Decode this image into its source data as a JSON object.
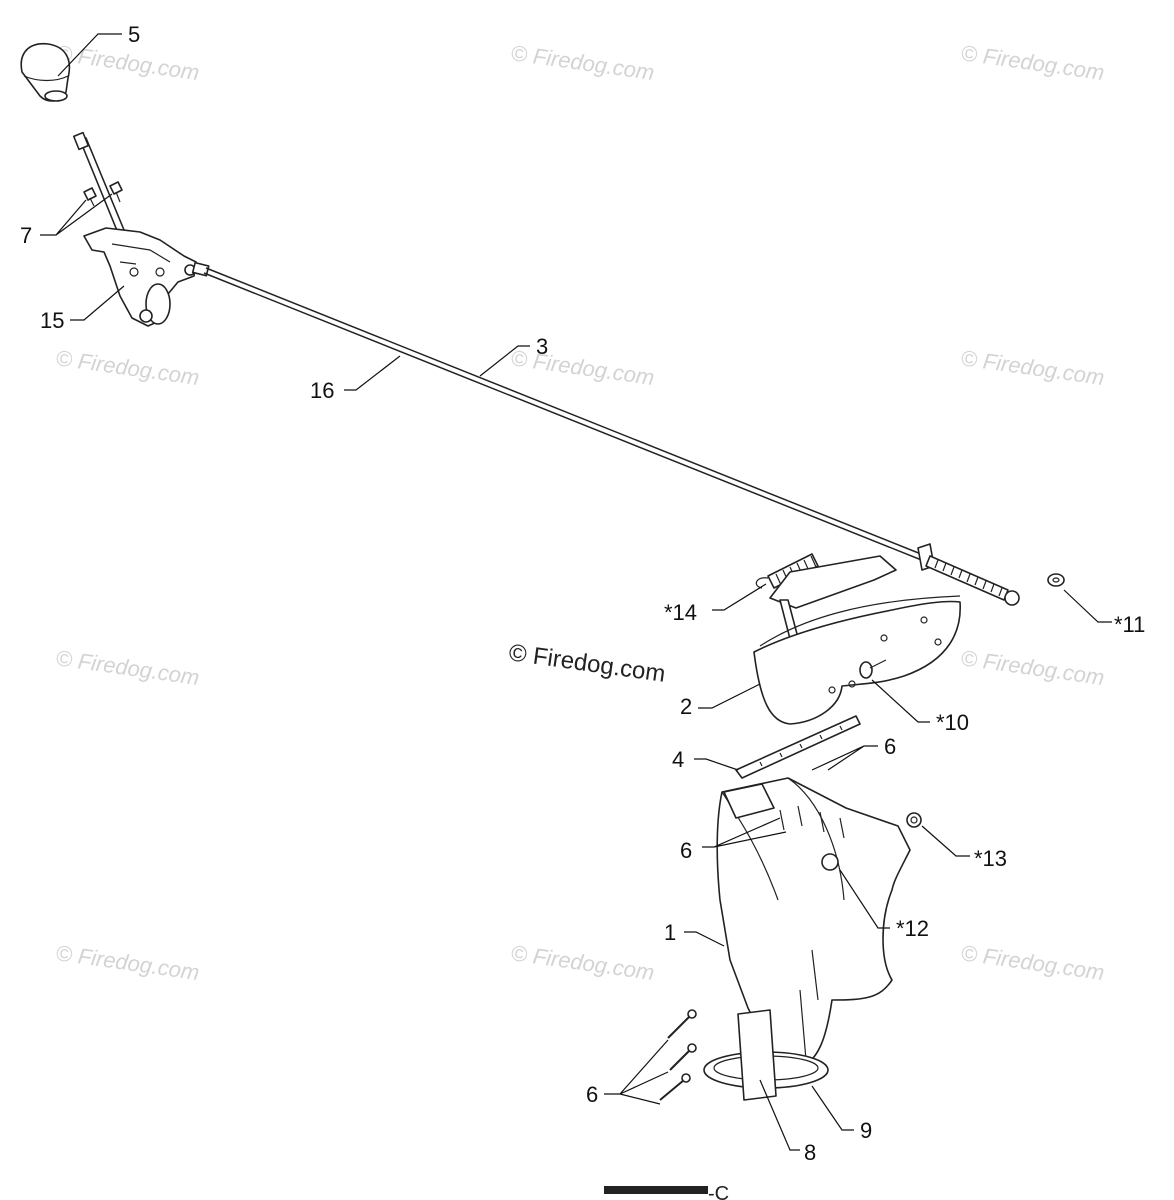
{
  "watermark": "© Firedog.com",
  "watermark_prominent": "© Firedog.com",
  "drawing_code": "-C",
  "callouts": [
    {
      "id": "c5",
      "label": "5"
    },
    {
      "id": "c7",
      "label": "7"
    },
    {
      "id": "c15",
      "label": "15"
    },
    {
      "id": "c16",
      "label": "16"
    },
    {
      "id": "c3",
      "label": "3"
    },
    {
      "id": "c14",
      "label": "*14"
    },
    {
      "id": "c11",
      "label": "*11"
    },
    {
      "id": "c2",
      "label": "2"
    },
    {
      "id": "c10",
      "label": "*10"
    },
    {
      "id": "c4",
      "label": "4"
    },
    {
      "id": "c6a",
      "label": "6"
    },
    {
      "id": "c6b",
      "label": "6"
    },
    {
      "id": "c13",
      "label": "*13"
    },
    {
      "id": "c12",
      "label": "*12"
    },
    {
      "id": "c1",
      "label": "1"
    },
    {
      "id": "c6c",
      "label": "6"
    },
    {
      "id": "c8",
      "label": "8"
    },
    {
      "id": "c9",
      "label": "9"
    }
  ]
}
